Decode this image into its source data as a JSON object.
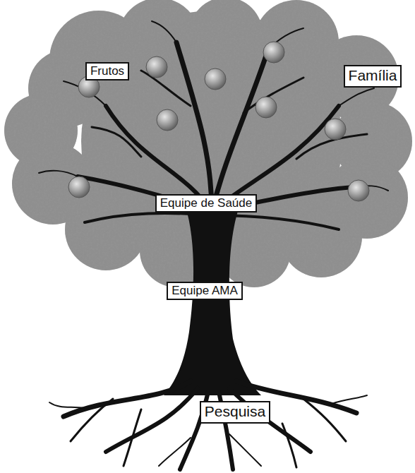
{
  "diagram": {
    "nodes": [
      {
        "text": [
          "Frutos"
        ]
      },
      {
        "text": [
          "Família"
        ]
      },
      {
        "text": [
          "Equipe de Saúde"
        ]
      },
      {
        "text": [
          "Equipe AMA"
        ]
      },
      {
        "text": [
          "Pesquisa"
        ]
      }
    ]
  }
}
